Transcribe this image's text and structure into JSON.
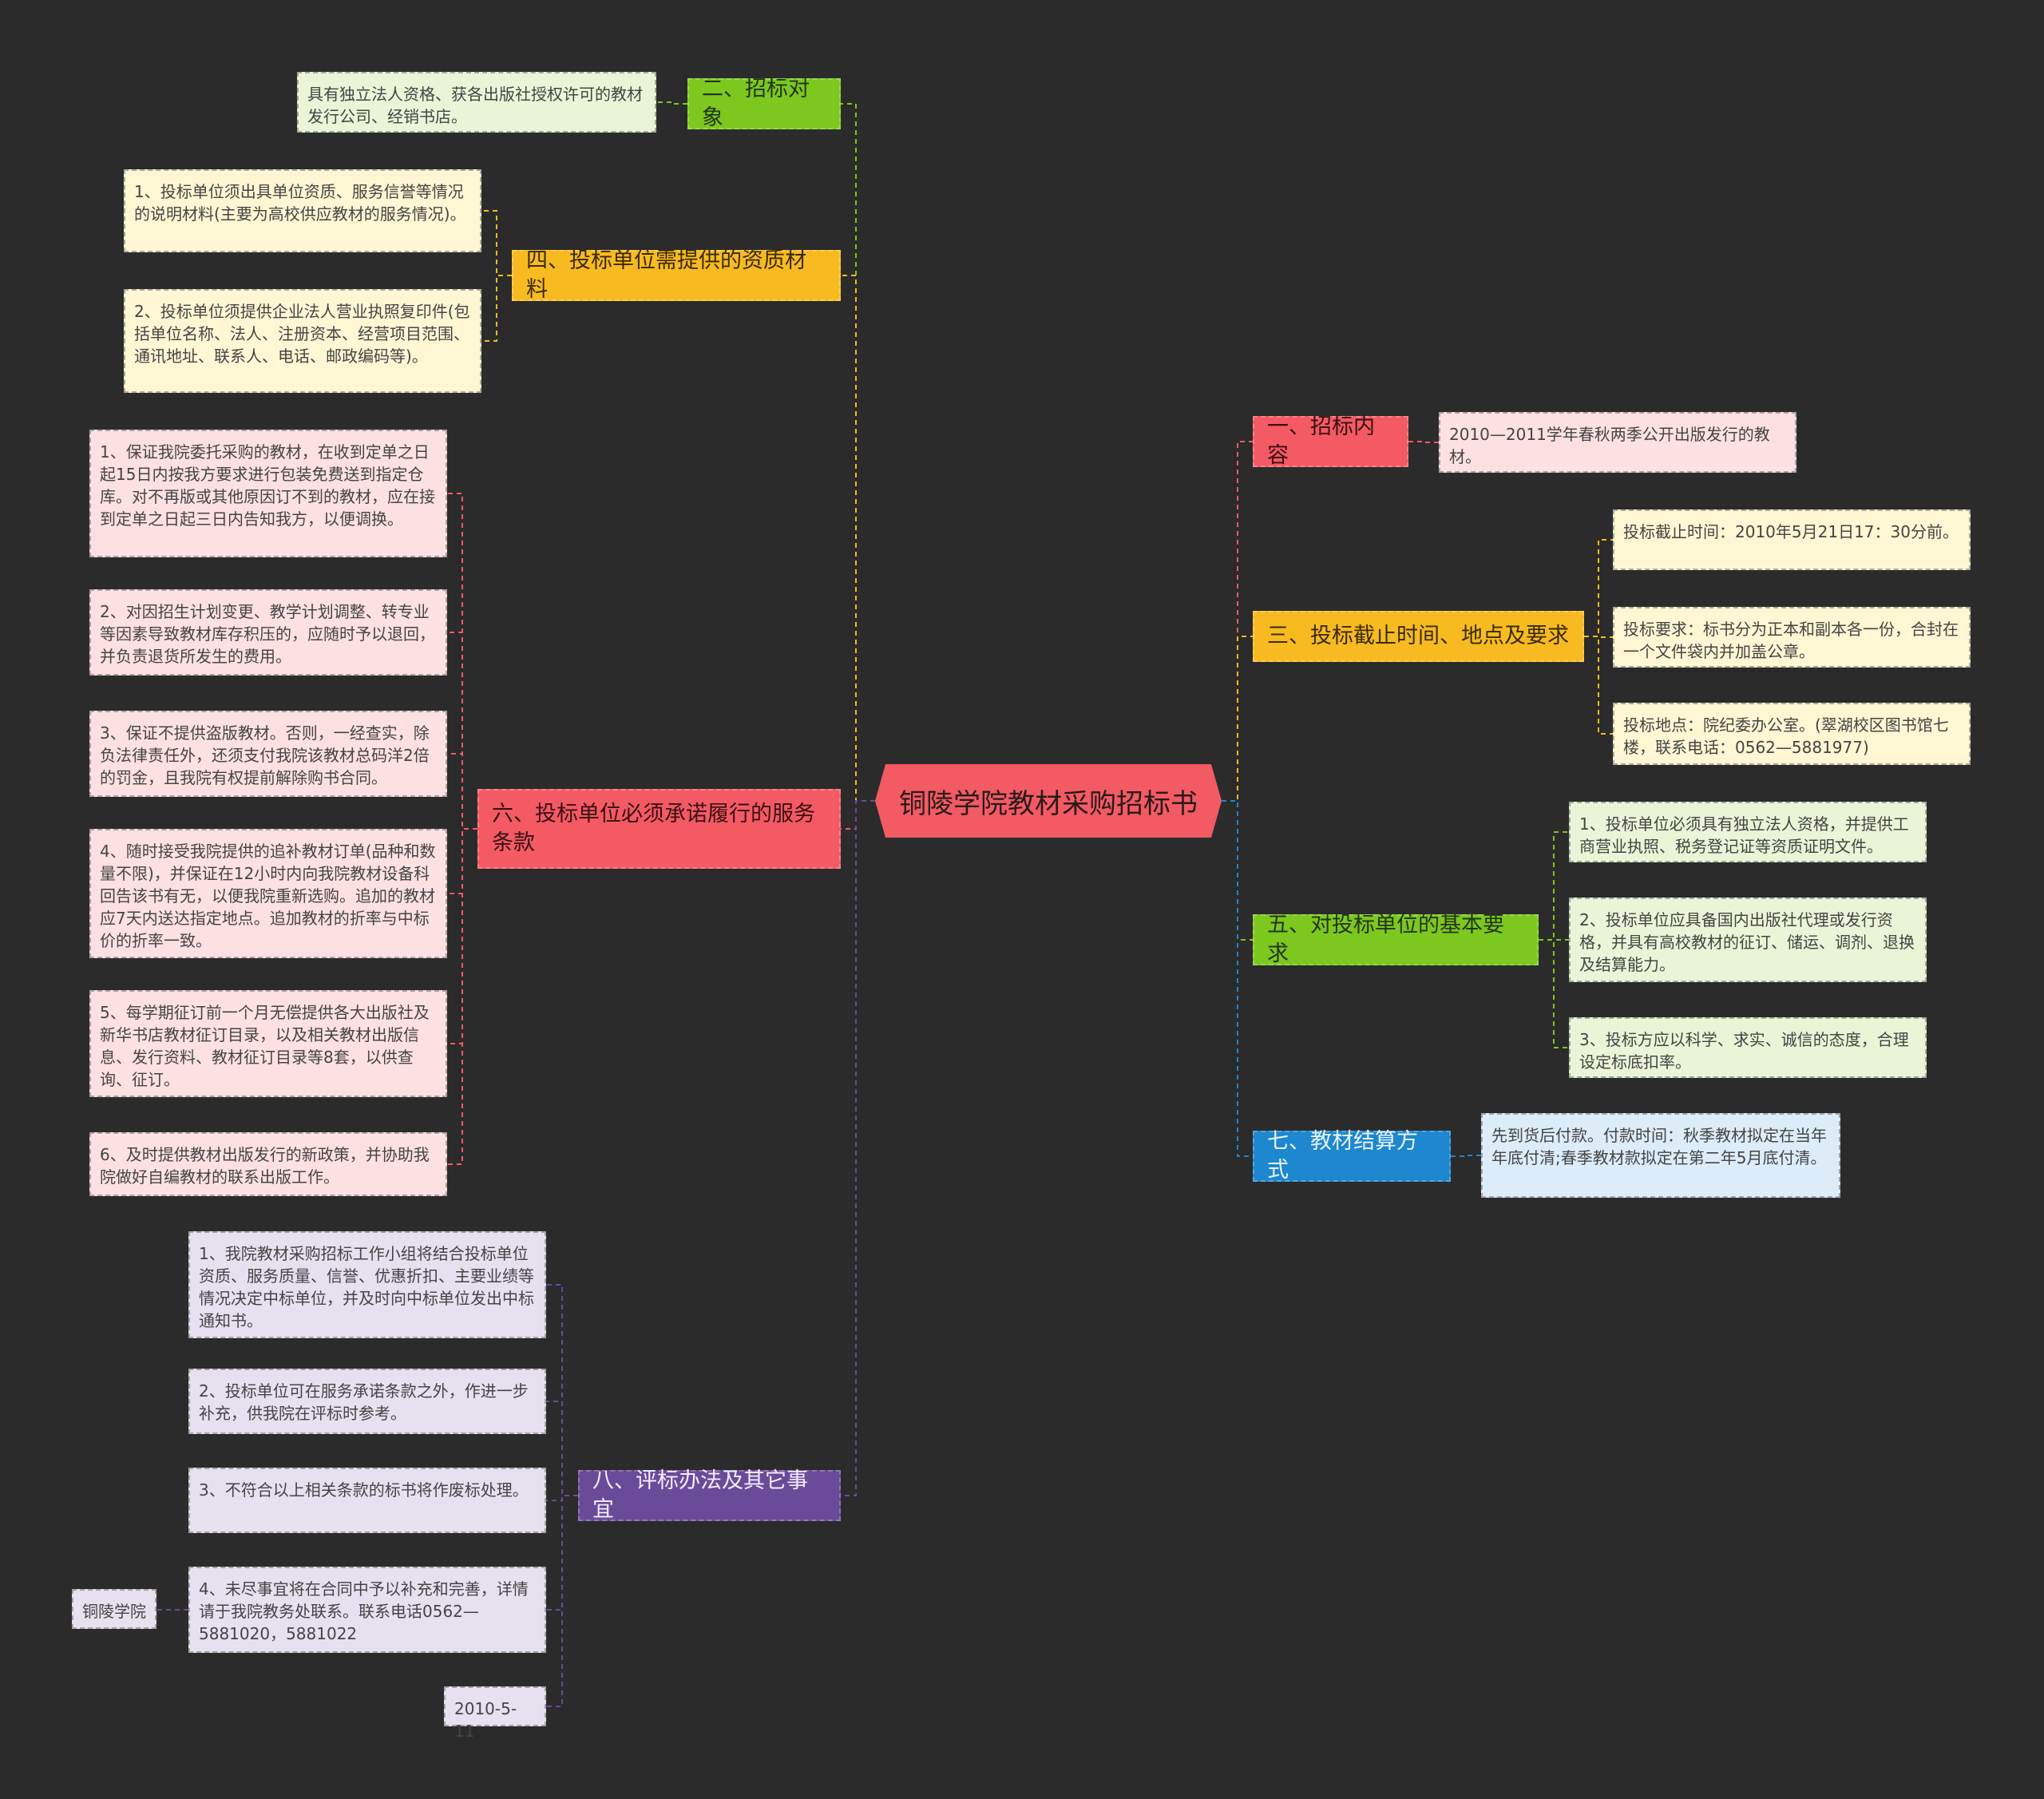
{
  "center": "铜陵学院教材采购招标书",
  "colors": {
    "background": "#2b2b2b",
    "green": "#7cc81e",
    "yellow": "#f7bb21",
    "red": "#f35a64",
    "blue": "#1d87cf",
    "purple": "#6a4b9a"
  },
  "branches": {
    "b2": {
      "label": "二、招标对象",
      "leaves": [
        "具有独立法人资格、获各出版社授权许可的教材发行公司、经销书店。"
      ]
    },
    "b4": {
      "label": "四、投标单位需提供的资质材料",
      "leaves": [
        "1、投标单位须出具单位资质、服务信誉等情况的说明材料(主要为高校供应教材的服务情况)。",
        "2、投标单位须提供企业法人营业执照复印件(包括单位名称、法人、注册资本、经营项目范围、通讯地址、联系人、电话、邮政编码等)。"
      ]
    },
    "b6": {
      "label": "六、投标单位必须承诺履行的服务条款",
      "leaves": [
        "1、保证我院委托采购的教材，在收到定单之日起15日内按我方要求进行包装免费送到指定仓库。对不再版或其他原因订不到的教材，应在接到定单之日起三日内告知我方，以便调换。",
        "2、对因招生计划变更、教学计划调整、转专业等因素导致教材库存积压的，应随时予以退回，并负责退货所发生的费用。",
        "3、保证不提供盗版教材。否则，一经查实，除负法律责任外，还须支付我院该教材总码洋2倍的罚金，且我院有权提前解除购书合同。",
        "4、随时接受我院提供的追补教材订单(品种和数量不限)，并保证在12小时内向我院教材设备科回告该书有无，以便我院重新选购。追加的教材应7天内送达指定地点。追加教材的折率与中标价的折率一致。",
        "5、每学期征订前一个月无偿提供各大出版社及新华书店教材征订目录，以及相关教材出版信息、发行资料、教材征订目录等8套，以供查询、征订。",
        "6、及时提供教材出版发行的新政策，并协助我院做好自编教材的联系出版工作。"
      ]
    },
    "b8": {
      "label": "八、评标办法及其它事宜",
      "leaves": [
        "1、我院教材采购招标工作小组将结合投标单位资质、服务质量、信誉、优惠折扣、主要业绩等情况决定中标单位，并及时向中标单位发出中标通知书。",
        "2、投标单位可在服务承诺条款之外，作进一步补充，供我院在评标时参考。",
        "3、不符合以上相关条款的标书将作废标处理。",
        "4、未尽事宜将在合同中予以补充和完善，详情请于我院教务处联系。联系电话0562—5881020，5881022",
        "2010-5-11"
      ],
      "sub": "铜陵学院"
    },
    "b1": {
      "label": "一、招标内容",
      "leaves": [
        "2010—2011学年春秋两季公开出版发行的教材。"
      ]
    },
    "b3": {
      "label": "三、投标截止时间、地点及要求",
      "leaves": [
        "投标截止时间：2010年5月21日17：30分前。",
        "投标要求：标书分为正本和副本各一份，合封在一个文件袋内并加盖公章。",
        "投标地点：院纪委办公室。(翠湖校区图书馆七楼，联系电话：0562—5881977)"
      ]
    },
    "b5": {
      "label": "五、对投标单位的基本要求",
      "leaves": [
        "1、投标单位必须具有独立法人资格，并提供工商营业执照、税务登记证等资质证明文件。",
        "2、投标单位应具备国内出版社代理或发行资格，并具有高校教材的征订、储运、调剂、退换及结算能力。",
        "3、投标方应以科学、求实、诚信的态度，合理设定标底扣率。"
      ]
    },
    "b7": {
      "label": "七、教材结算方式",
      "leaves": [
        "先到货后付款。付款时间：秋季教材拟定在当年年底付清;春季教材款拟定在第二年5月底付清。"
      ]
    }
  }
}
